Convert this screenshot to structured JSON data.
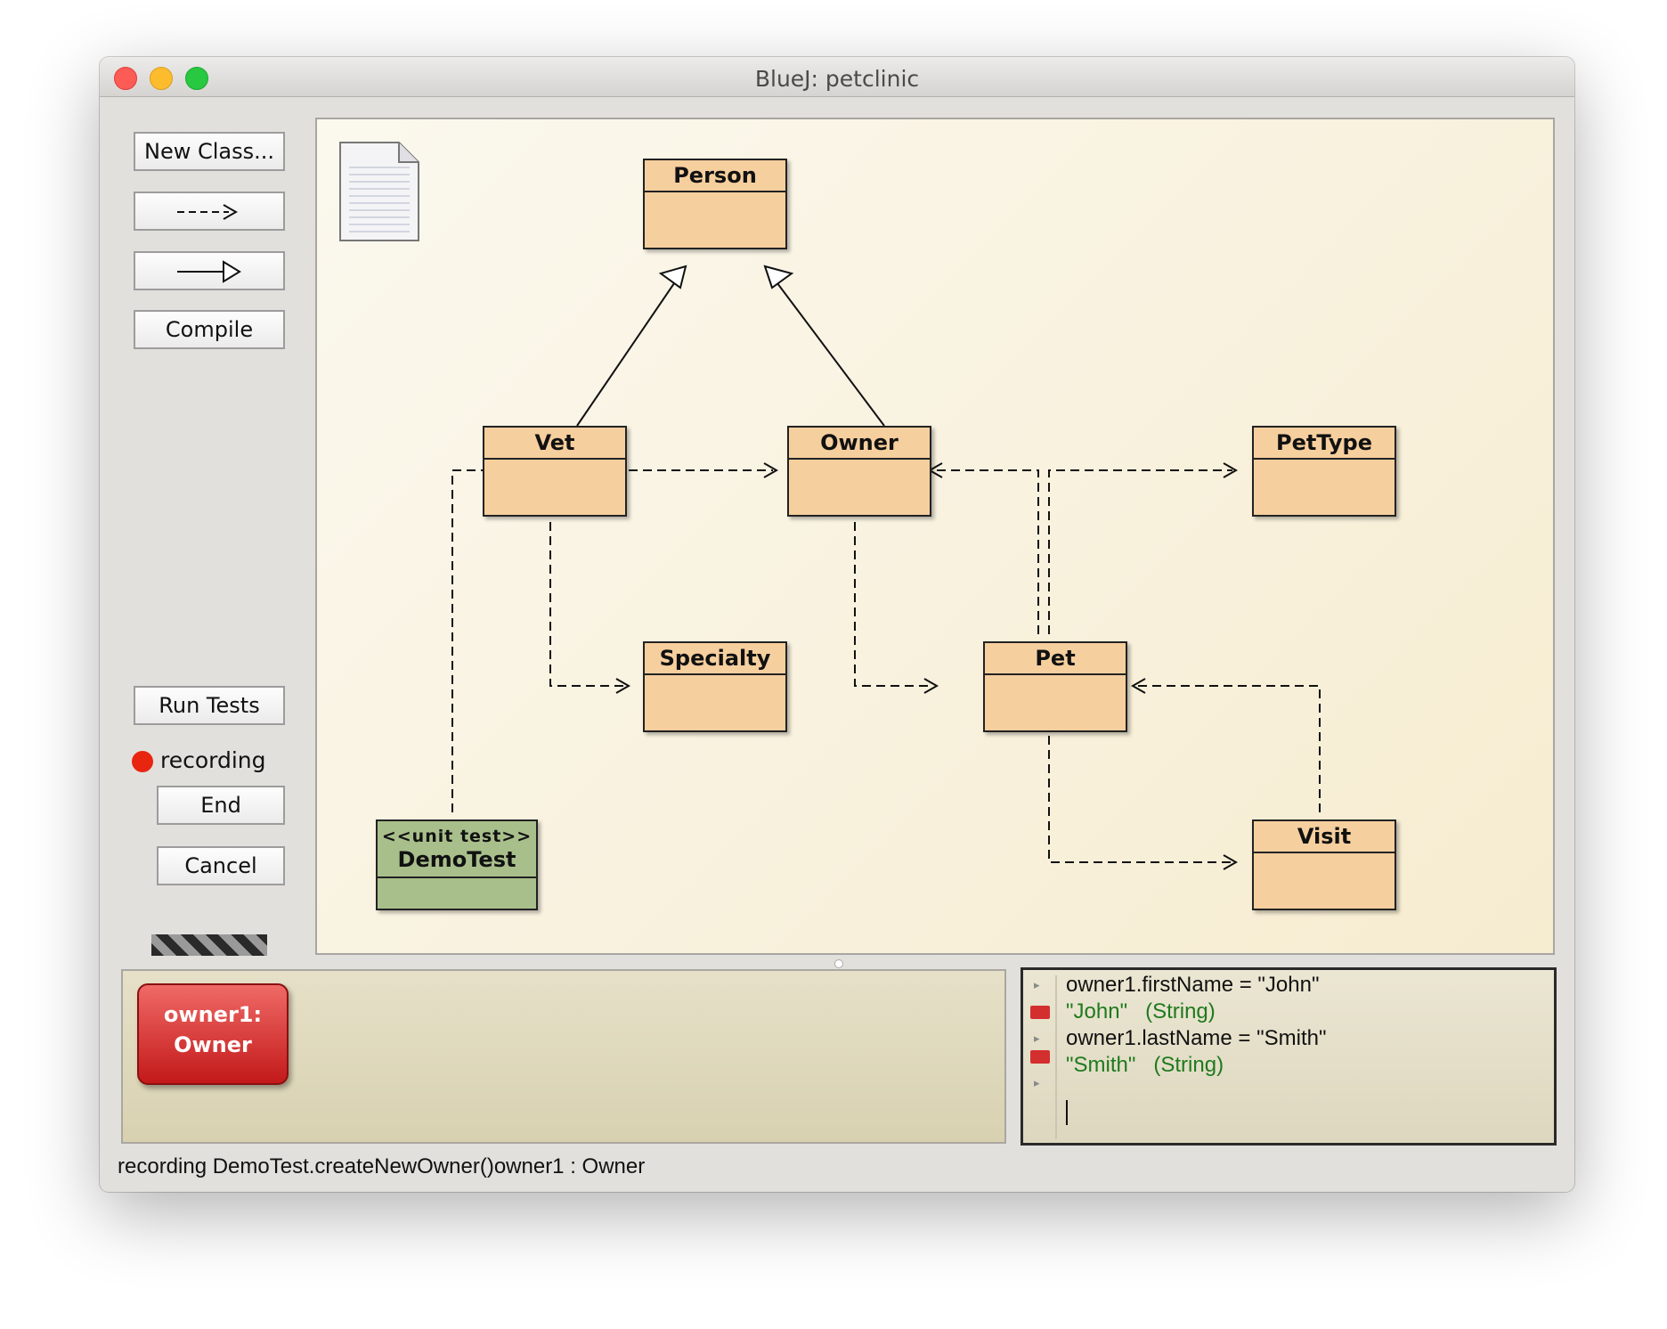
{
  "window": {
    "title": "BlueJ:  petclinic"
  },
  "toolbar": {
    "new_class": "New Class...",
    "uses_arrow_icon": "dashed-arrow-icon",
    "inherit_arrow_icon": "inheritance-arrow-icon",
    "compile": "Compile"
  },
  "testing": {
    "run_tests": "Run Tests",
    "recording": "recording",
    "end": "End",
    "cancel": "Cancel"
  },
  "diagram": {
    "classes": {
      "person": "Person",
      "vet": "Vet",
      "owner": "Owner",
      "pettype": "PetType",
      "specialty": "Specialty",
      "pet": "Pet",
      "visit": "Visit",
      "demotest_stereotype": "<<unit test>>",
      "demotest": "DemoTest"
    },
    "colors": {
      "class_fill": "#f6cf9e",
      "test_fill": "#a9bf8b",
      "background": "#f8f1dc"
    }
  },
  "bench": {
    "object_line1": "owner1:",
    "object_line2": "Owner"
  },
  "codepad": {
    "lines": [
      "owner1.firstName = \"John\"",
      "\"John\"   (String)",
      "owner1.lastName = \"Smith\"",
      "\"Smith\"   (String)"
    ]
  },
  "status": "recording DemoTest.createNewOwner()owner1 : Owner"
}
